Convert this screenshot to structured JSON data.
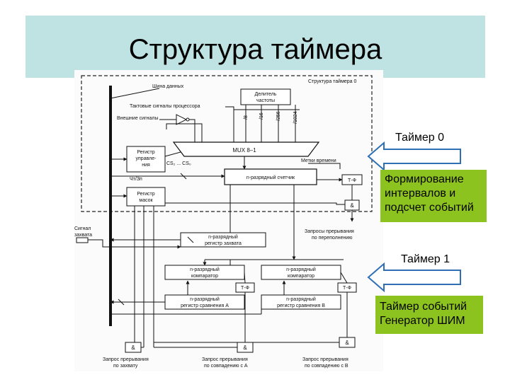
{
  "slide": {
    "title": "Структура таймера"
  },
  "diagram": {
    "frame_label": "Структура таймера 0",
    "data_bus": "Шина данных",
    "clock_signals": "Тактовые сигналы процессора",
    "external_signals": "Внешние сигналы",
    "divider": [
      "Делитель",
      "частоты"
    ],
    "div_taps": [
      "/8",
      "/16",
      "/256",
      "/1024"
    ],
    "mux": "MUX 8–1",
    "control_reg": [
      "Регистр",
      "управле-",
      "ния"
    ],
    "cs_label": "CS₂ ... CS₀",
    "time_marks": "Метки времени",
    "rw_label": "Чт/Зп",
    "counter": "n-разрядный счетчик",
    "tf": "Т-Ф",
    "and": "&",
    "mask_reg": [
      "Регистр",
      "масок"
    ],
    "overflow_irq": [
      "Запросы прерывания",
      "по переполнению"
    ],
    "capture_signal": [
      "Сигнал",
      "захвата"
    ],
    "capture_reg": [
      "n-разрядный",
      "регистр захвата"
    ],
    "comparator": [
      "n-разрядный",
      "компаратор"
    ],
    "compare_reg_a": [
      "n-разрядный",
      "регистр сравнения А"
    ],
    "compare_reg_b": [
      "n-разрядный",
      "регистр сравнения В"
    ],
    "irq_capture": [
      "Запрос прерывания",
      "по захвату"
    ],
    "irq_match_a": [
      "Запрос прерывания",
      "по совпадению с А"
    ],
    "irq_match_b": [
      "Запрос прерывания",
      "по совпадению с В"
    ]
  },
  "annotations": {
    "timer0": "Таймер 0",
    "timer0_desc": [
      "Формирование",
      "интервалов и",
      "подсчет событий"
    ],
    "timer1": "Таймер 1",
    "timer1_desc": [
      "Таймер событий",
      "Генератор ШИМ"
    ]
  },
  "colors": {
    "title_band": "#bfe2e2",
    "green_box": "#8dc31f",
    "arrow_fill": "#ffffff",
    "arrow_stroke": "#2f6fb3"
  }
}
